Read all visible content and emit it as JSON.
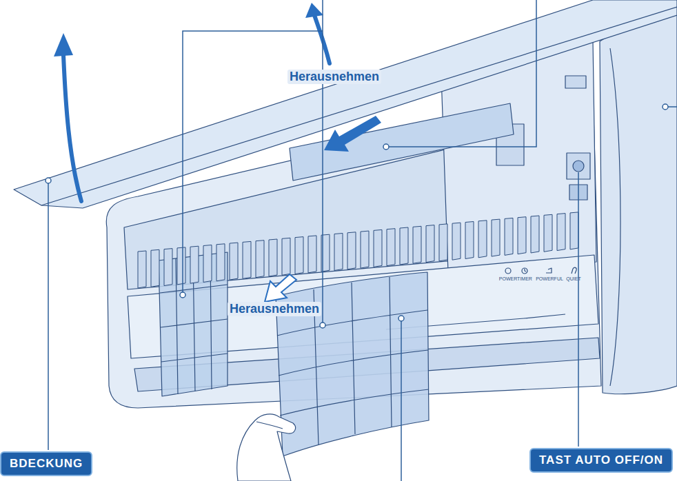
{
  "diagram": {
    "nodes": [
      {
        "text": [
          "BDECKUNG"
        ]
      },
      {
        "text": [
          "TAST AUTO OFF/ON"
        ]
      }
    ],
    "labels": [
      "Herausnehmen",
      "Herausnehmen",
      "POWER",
      "TIMER",
      "POWERFUL",
      "QUIET"
    ]
  }
}
